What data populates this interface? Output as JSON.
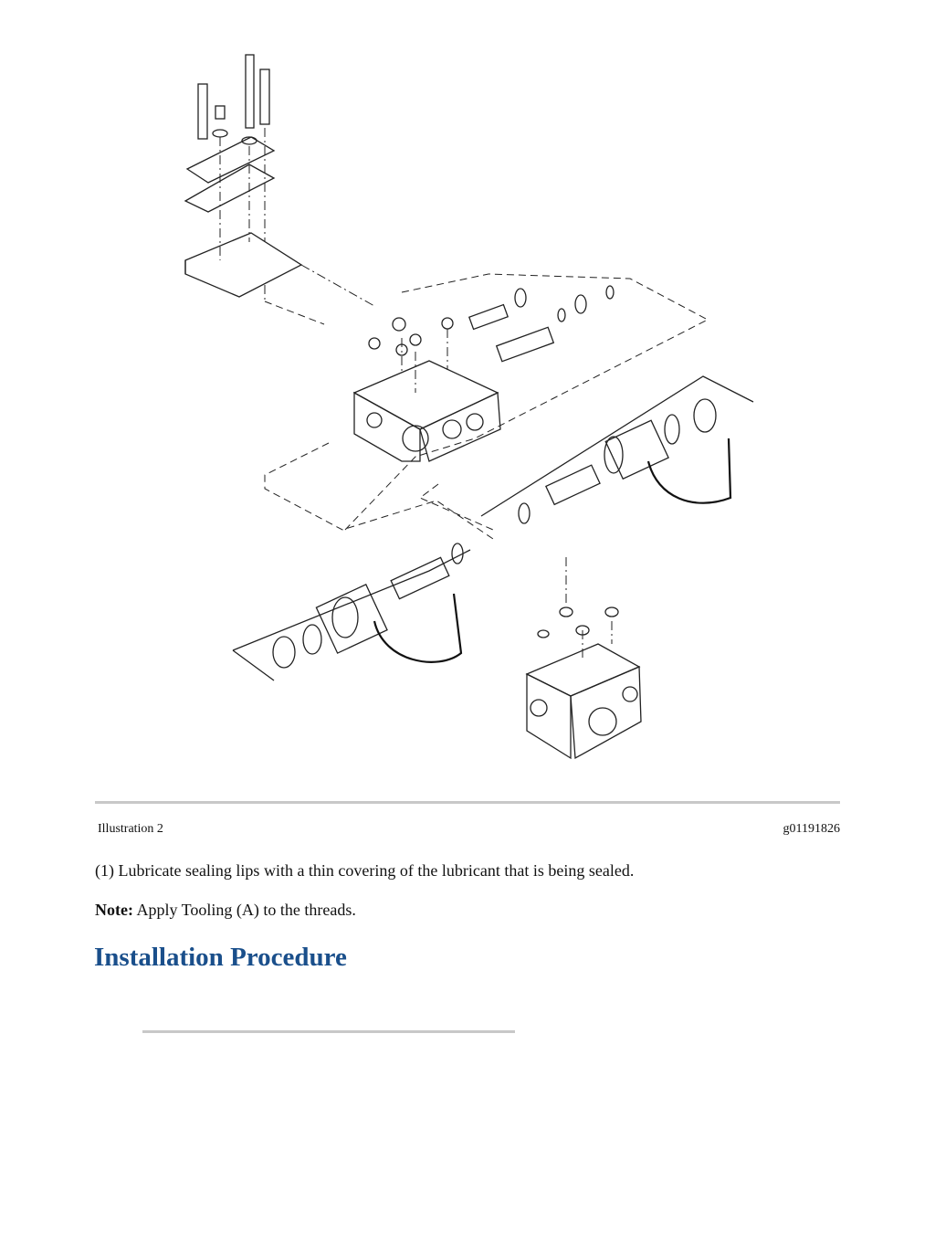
{
  "illustration": {
    "caption_label": "Illustration 2",
    "graphic_id": "g01191826"
  },
  "step": {
    "text": "(1) Lubricate sealing lips with a thin covering of the lubricant that is being sealed."
  },
  "note": {
    "label": "Note:",
    "text": " Apply Tooling (A) to the threads."
  },
  "section": {
    "heading": "Installation Procedure"
  },
  "colors": {
    "heading": "#1a4f8b",
    "rule": "#c8c8c8",
    "text": "#111111"
  }
}
